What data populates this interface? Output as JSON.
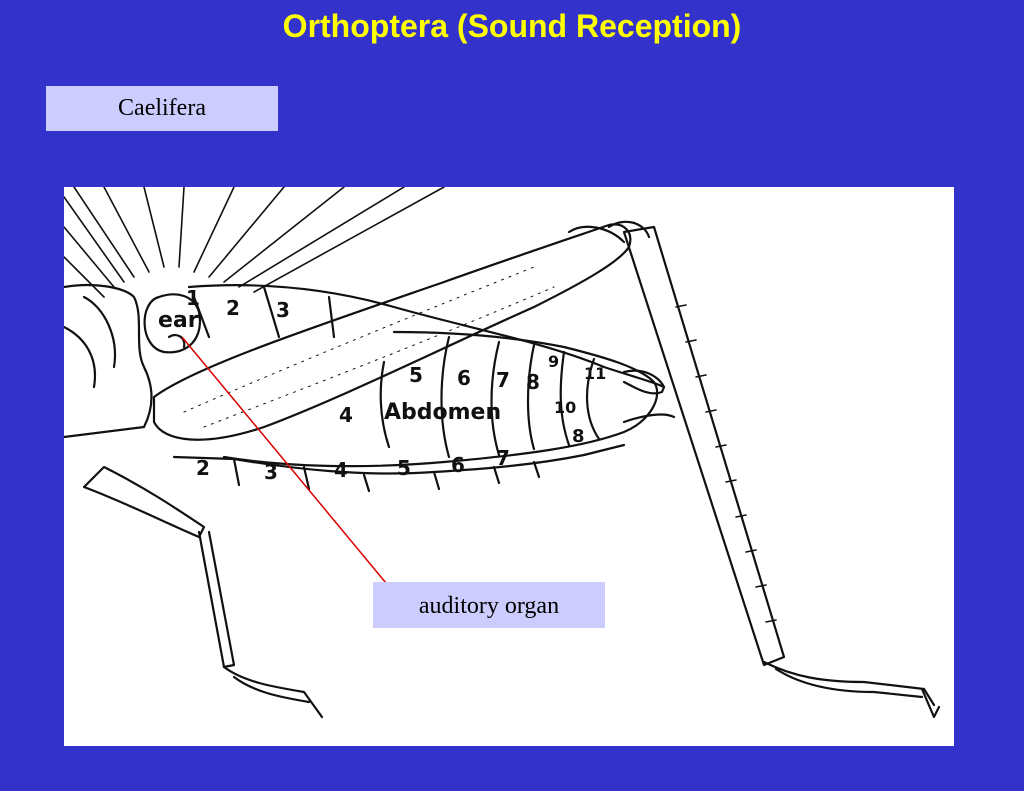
{
  "slide": {
    "title": "Orthoptera (Sound Reception)",
    "subtitle_box": "Caelifera",
    "callout": "auditory organ",
    "accent_color": "#ffff00",
    "background_color": "#3333cc",
    "label_box_color": "#ccccff",
    "pointer_color": "#dd0000"
  },
  "diagram": {
    "ear_label": "ear",
    "abdomen_label": "Abdomen",
    "upper_segments": [
      "1",
      "2",
      "3",
      "4",
      "5",
      "6",
      "7",
      "8",
      "9",
      "10",
      "11"
    ],
    "lower_segments": [
      "2",
      "3",
      "4",
      "5",
      "6",
      "7",
      "8"
    ]
  }
}
